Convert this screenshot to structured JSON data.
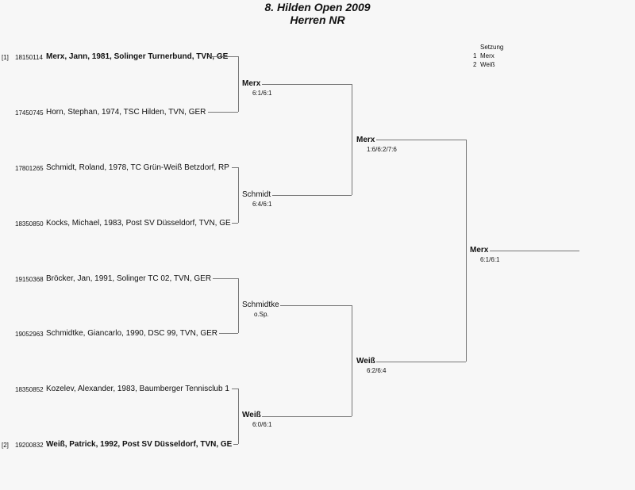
{
  "title": "8. Hilden Open 2009",
  "subtitle": "Herren NR",
  "seeding": {
    "header": "Setzung",
    "entries": [
      {
        "num": "1",
        "name": "Merx"
      },
      {
        "num": "2",
        "name": "Weiß"
      }
    ]
  },
  "round1": [
    {
      "seed": "[1]",
      "license": "18150114",
      "name": "Merx, Jann, 1981, Solinger Turnerbund, TVN, GE",
      "bold": true
    },
    {
      "seed": "",
      "license": "17450745",
      "name": "Horn, Stephan, 1974, TSC Hilden, TVN, GER",
      "bold": false
    },
    {
      "seed": "",
      "license": "17801265",
      "name": "Schmidt, Roland, 1978, TC Grün-Weiß Betzdorf, RP",
      "bold": false
    },
    {
      "seed": "",
      "license": "18350850",
      "name": "Kocks, Michael, 1983, Post SV Düsseldorf, TVN, GE",
      "bold": false
    },
    {
      "seed": "",
      "license": "19150368",
      "name": "Bröcker, Jan, 1991, Solinger TC 02, TVN, GER",
      "bold": false
    },
    {
      "seed": "",
      "license": "19052963",
      "name": "Schmidtke, Giancarlo, 1990, DSC 99, TVN, GER",
      "bold": false
    },
    {
      "seed": "",
      "license": "18350852",
      "name": "Kozelev, Alexander, 1983, Baumberger Tennisclub 1",
      "bold": false
    },
    {
      "seed": "[2]",
      "license": "19200832",
      "name": "Weiß, Patrick, 1992, Post SV Düsseldorf, TVN, GE",
      "bold": true
    }
  ],
  "round2": [
    {
      "name": "Merx",
      "score": "6:1/6:1",
      "bold": true
    },
    {
      "name": "Schmidt",
      "score": "6:4/6:1",
      "bold": false
    },
    {
      "name": "Schmidtke",
      "score": "o.Sp.",
      "bold": false
    },
    {
      "name": "Weiß",
      "score": "6:0/6:1",
      "bold": true
    }
  ],
  "semis": [
    {
      "name": "Merx",
      "score": "1:6/6:2/7:6",
      "bold": true
    },
    {
      "name": "Weiß",
      "score": "6:2/6:4",
      "bold": true
    }
  ],
  "final": {
    "name": "Merx",
    "score": "6:1/6:1",
    "bold": true
  }
}
